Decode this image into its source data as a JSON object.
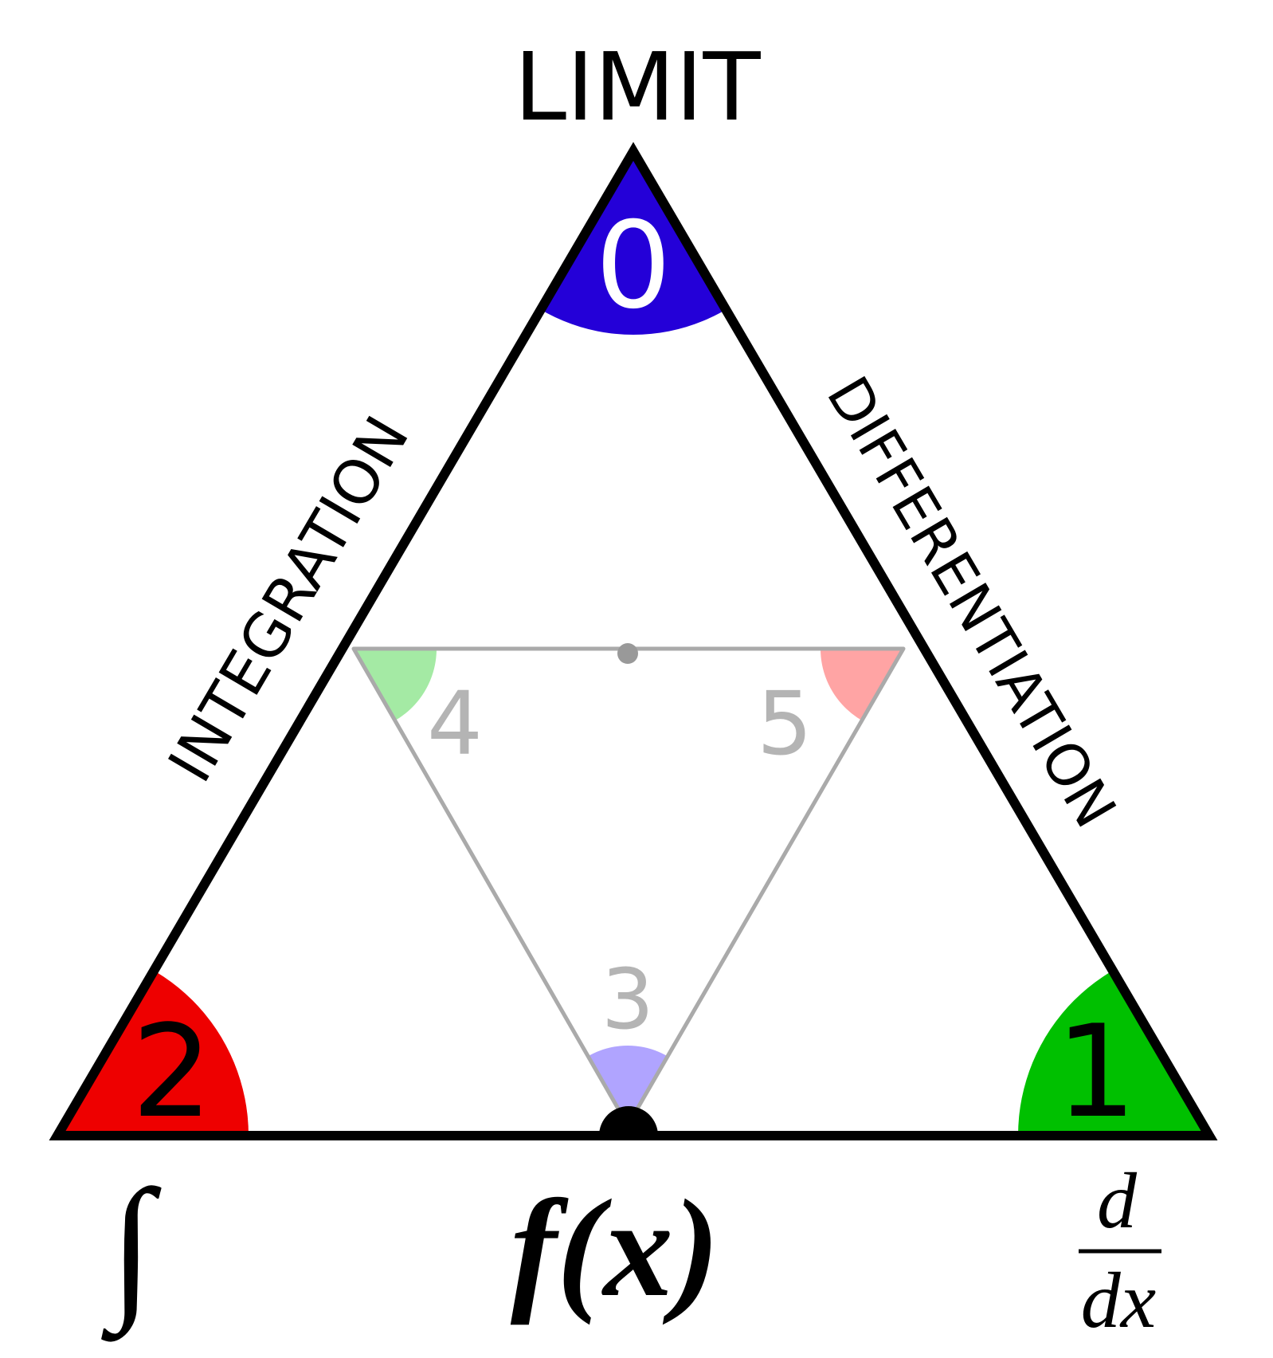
{
  "title": "LIMIT",
  "sides": {
    "left": "INTEGRATION",
    "right": "DIFFERENTIATION"
  },
  "vertices": {
    "top": {
      "label": "0",
      "color": "#2400d8"
    },
    "bottom_right": {
      "label": "1",
      "color": "#00c000"
    },
    "bottom_left": {
      "label": "2",
      "color": "#ee0000"
    }
  },
  "inner_vertices": {
    "bottom": {
      "label": "3",
      "color": "#b0a4ff"
    },
    "top_left": {
      "label": "4",
      "color": "#a4eaa4"
    },
    "top_right": {
      "label": "5",
      "color": "#ffa4a4"
    }
  },
  "symbols": {
    "integral": "∫",
    "function": "f(x)",
    "derivative_numerator": "d",
    "derivative_denominator": "dx"
  },
  "colors": {
    "outline": "#000000",
    "inner_outline": "#aaaaaa",
    "inner_text": "#b4b4b4"
  }
}
